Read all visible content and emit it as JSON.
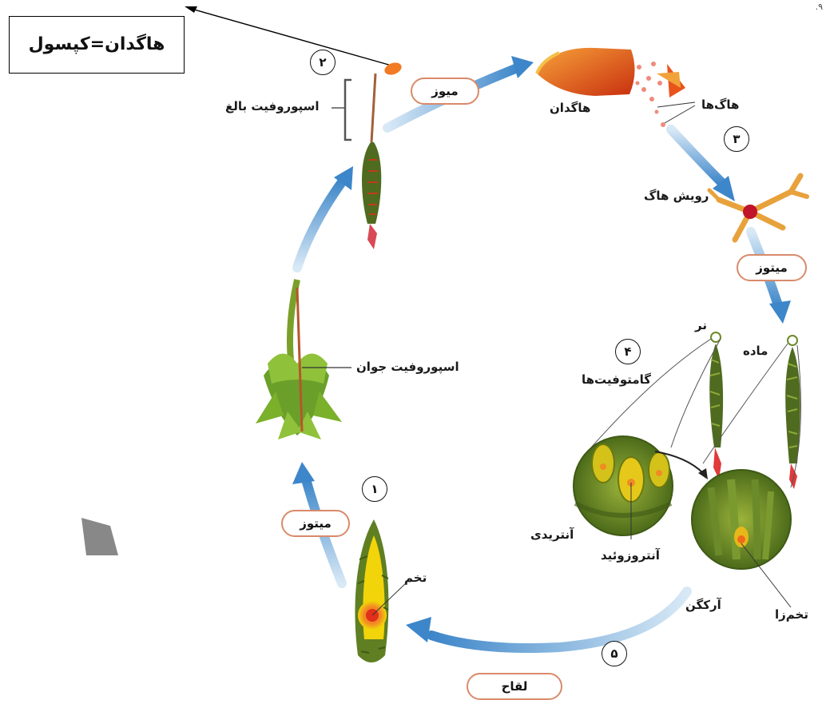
{
  "title_box": "هاگدان=کپسول",
  "corner_mark": ".۹",
  "stages": [
    "۱",
    "۲",
    "۳",
    "۴",
    "۵"
  ],
  "process_labels": {
    "meiosis": "میوز",
    "mitosis_top": "میتوز",
    "mitosis_left": "میتوز",
    "fertilization": "لقاح"
  },
  "labels": {
    "mature_sporophyte": "اسپوروفیت بالغ",
    "young_sporophyte": "اسپوروفیت جوان",
    "sporangium": "هاگدان",
    "spores": "هاگ‌ها",
    "spore_germination": "رویش هاگ",
    "male": "نر",
    "female": "ماده",
    "gametophytes": "گامتوفیت‌ها",
    "antheridium": "آنتریدی",
    "antherozoid": "آنتروزوئید",
    "archegonium": "آرکگن",
    "egg_cell": "تخم‌زا",
    "zygote": "تخم"
  },
  "colors": {
    "arrow_blue": "#3d86c9",
    "arrow_light": "#c9e1f3",
    "capsule_orange": "#e8541c",
    "moss_green": "#5b7d22",
    "pill_border": "#d98a6a",
    "zygote_yellow": "#f2d40a"
  }
}
